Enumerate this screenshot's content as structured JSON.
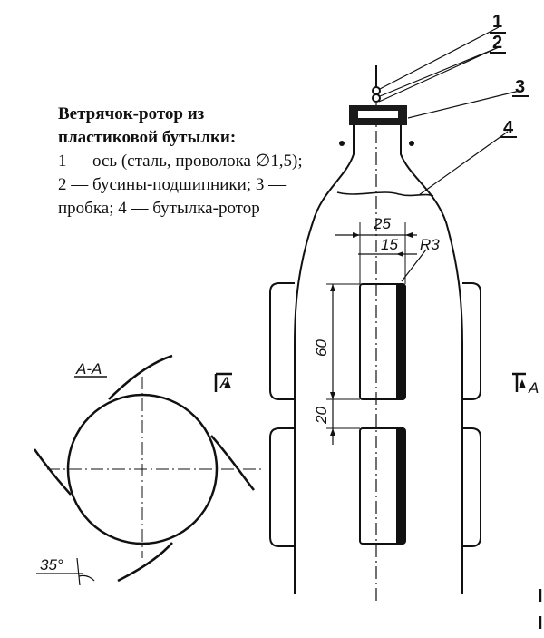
{
  "caption": {
    "title": "Ветрячок-ротор из пластиковой бутылки:",
    "body": "1 — ось (сталь, проволока ∅1,5); 2 — бусины-подшипники; 3 — пробка; 4 — бутылка-ротор"
  },
  "callouts": [
    "1",
    "2",
    "3",
    "4"
  ],
  "dimensions": {
    "w25": "25",
    "w15": "15",
    "r3": "R3",
    "h60": "60",
    "h20": "20",
    "angle": "35°"
  },
  "section": {
    "title": "A-A",
    "mark_left": "A",
    "mark_right": "A"
  },
  "edge_glyphs": [
    "I",
    "I"
  ]
}
